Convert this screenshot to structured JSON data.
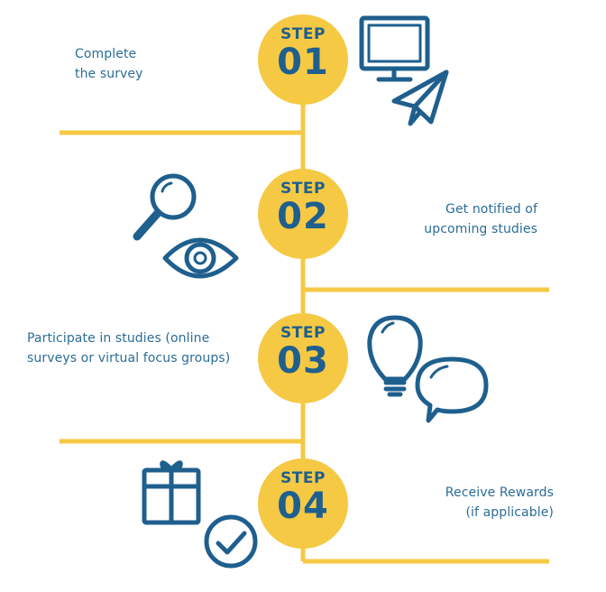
{
  "colors": {
    "yellow": "#f5c944",
    "blue": "#1f5f8e",
    "text": "#2a6d96"
  },
  "steps": [
    {
      "word": "STEP",
      "number": "01",
      "text": [
        "Complete",
        "the survey"
      ]
    },
    {
      "word": "STEP",
      "number": "02",
      "text": [
        "Get notified of",
        "upcoming studies"
      ]
    },
    {
      "word": "STEP",
      "number": "03",
      "text": [
        "Participate in studies (online",
        "surveys or virtual focus groups)"
      ]
    },
    {
      "word": "STEP",
      "number": "04",
      "text": [
        "Receive Rewards",
        "(if applicable)"
      ]
    }
  ],
  "icons": [
    "monitor-icon",
    "paper-plane-icon",
    "magnifier-icon",
    "eye-icon",
    "lightbulb-icon",
    "speech-bubble-icon",
    "gift-icon",
    "checkmark-circle-icon"
  ]
}
